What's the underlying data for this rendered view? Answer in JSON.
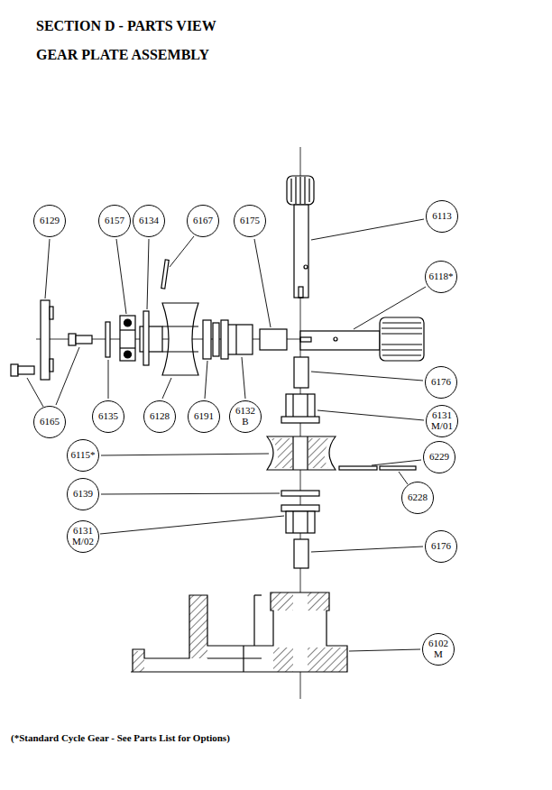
{
  "diagram": {
    "title": "SECTION D - PARTS VIEW",
    "caption": "(*Standard Cycle Gear - See Parts List for Options)",
    "nodes": [
      {
        "text": [
          "6129"
        ]
      },
      {
        "text": [
          "6157"
        ]
      },
      {
        "text": [
          "6134"
        ]
      },
      {
        "text": [
          "6167"
        ]
      },
      {
        "text": [
          "6175"
        ]
      },
      {
        "text": [
          "6113"
        ]
      },
      {
        "text": [
          "6118*"
        ]
      },
      {
        "text": [
          "6176"
        ]
      },
      {
        "text": [
          "6131 M/01"
        ]
      },
      {
        "text": [
          "6165"
        ]
      },
      {
        "text": [
          "6135"
        ]
      },
      {
        "text": [
          "6128"
        ]
      },
      {
        "text": [
          "6191"
        ]
      },
      {
        "text": [
          "6132 B"
        ]
      },
      {
        "text": [
          "6115*"
        ]
      },
      {
        "text": [
          "6229"
        ]
      },
      {
        "text": [
          "6139"
        ]
      },
      {
        "text": [
          "6228"
        ]
      },
      {
        "text": [
          "6131 M/02"
        ]
      },
      {
        "text": [
          "6176"
        ]
      },
      {
        "text": [
          "6102 M"
        ]
      }
    ],
    "labels": [
      "GEAR PLATE ASSEMBLY"
    ]
  }
}
